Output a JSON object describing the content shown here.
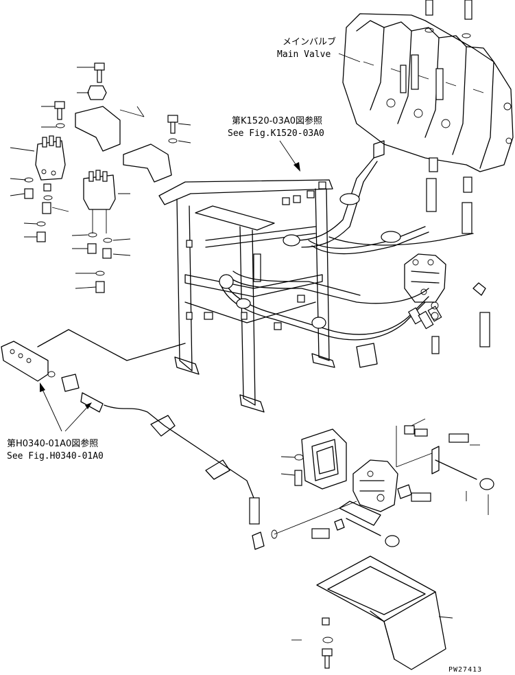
{
  "labels": {
    "main_valve_jp": "メインバルブ",
    "main_valve_en": "Main Valve",
    "fig_k1520_jp": "第K1520-03A0図参照",
    "fig_k1520_en": "See Fig.K1520-03A0",
    "fig_h0340_jp": "第H0340-01A0図参照",
    "fig_h0340_en": "See Fig.H0340-01A0",
    "drawing_code": "PW27413"
  }
}
